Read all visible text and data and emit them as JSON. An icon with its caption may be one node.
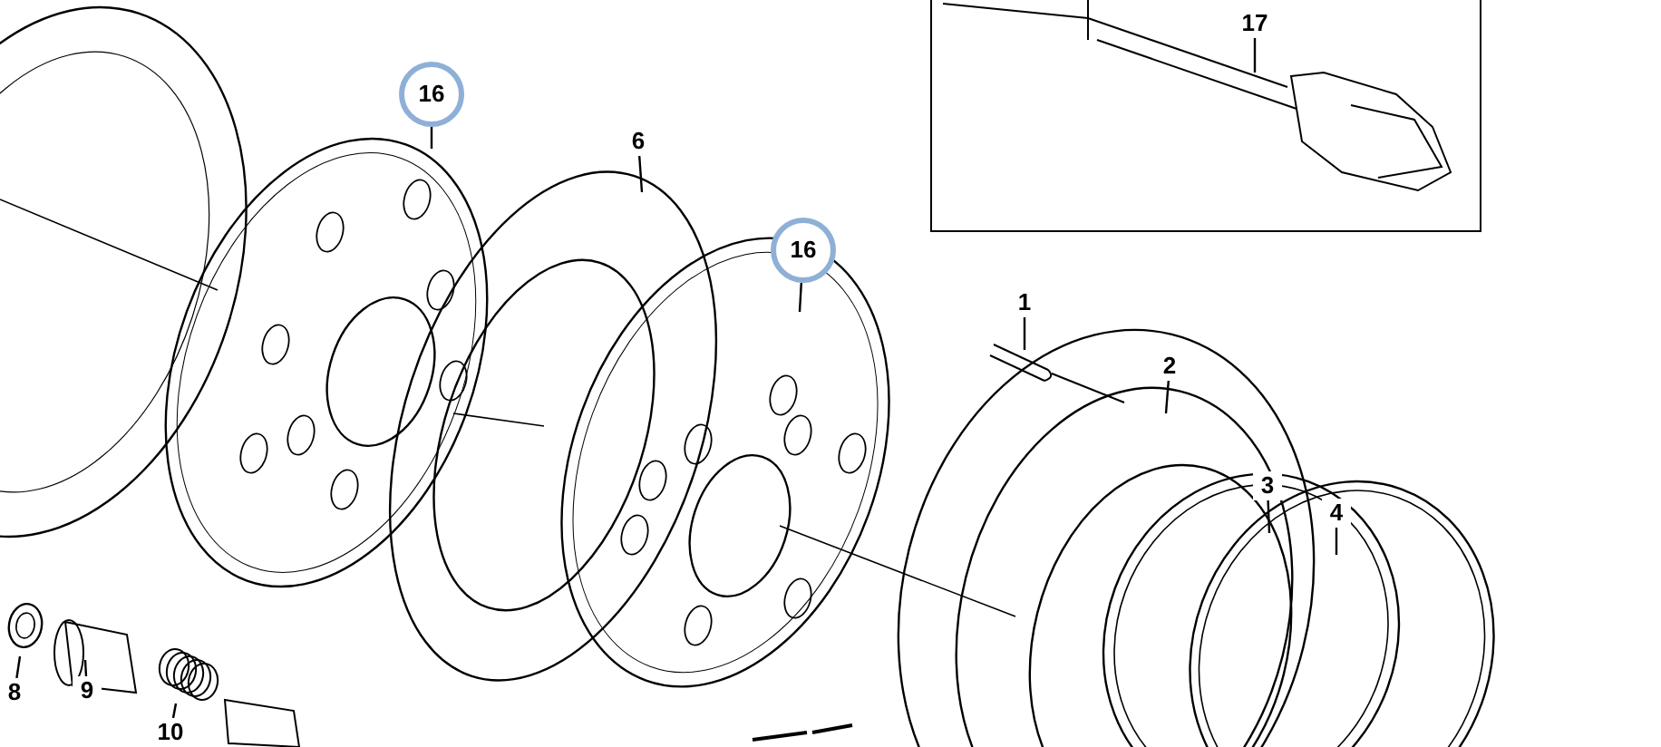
{
  "diagram": {
    "nodes": [
      {
        "text": [
          "16"
        ]
      },
      {
        "text": [],
        "shape": "box"
      },
      {
        "text": [
          "17"
        ],
        "in": 1
      },
      {
        "text": [
          "6"
        ]
      },
      {
        "text": [
          "16"
        ]
      },
      {
        "text": [
          "1"
        ]
      },
      {
        "text": [
          "2"
        ]
      },
      {
        "text": [
          "3"
        ]
      },
      {
        "text": [
          "4"
        ]
      },
      {
        "text": [
          "8"
        ]
      },
      {
        "text": [
          "9"
        ]
      },
      {
        "text": [
          "10"
        ]
      }
    ],
    "edges": [
      {
        "from": 0,
        "to": null,
        "arrow": "none"
      },
      {
        "from": 2,
        "to": null,
        "arrow": "none"
      },
      {
        "from": 3,
        "to": null,
        "arrow": "none"
      },
      {
        "from": 4,
        "to": null,
        "arrow": "none"
      },
      {
        "from": 5,
        "to": null,
        "arrow": "none"
      },
      {
        "from": 6,
        "to": null,
        "arrow": "none"
      },
      {
        "from": 7,
        "to": null,
        "arrow": "none"
      },
      {
        "from": 8,
        "to": null,
        "arrow": "none"
      },
      {
        "from": 9,
        "to": null,
        "arrow": "none"
      },
      {
        "from": 10,
        "to": null,
        "arrow": "none"
      },
      {
        "from": 11,
        "to": null,
        "arrow": "none"
      }
    ]
  }
}
